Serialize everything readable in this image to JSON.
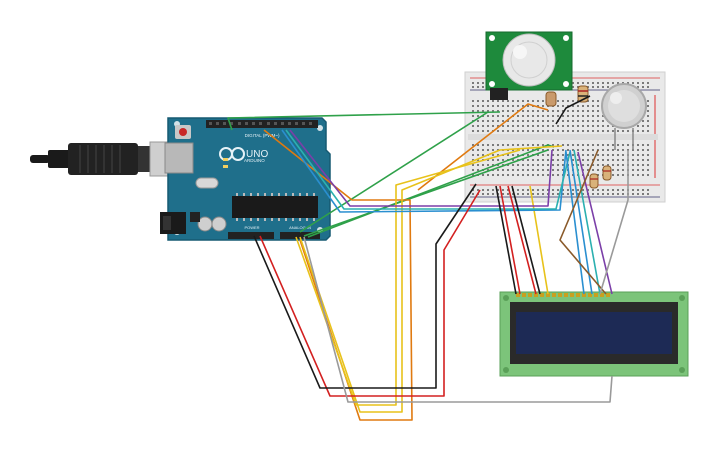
{
  "arduino": {
    "logo_text": "ARDUINO",
    "model": "UNO",
    "digital_label": "DIGITAL (PWM~)",
    "power_label": "POWER",
    "analog_label": "ANALOG IN",
    "body_color": "#1f6f8b",
    "header_color": "#222222"
  },
  "pir_sensor": {
    "board_color": "#1e8a3c",
    "dome_color": "#e8e8e8"
  },
  "gas_sensor": {
    "mesh_color": "#d0d0d0"
  },
  "lcd": {
    "board_color": "#7cc47a",
    "screen_color": "#1d2a55"
  },
  "usb": {
    "cable_color": "#1a1a1a",
    "plug_color": "#cfcfcf"
  },
  "wire_colors": {
    "green": "#2fa14a",
    "orange": "#e07a10",
    "yellow": "#e8c21a",
    "purple": "#7b3fa8",
    "blue": "#2a8fd0",
    "teal": "#2bb0b0",
    "red": "#d32020",
    "black": "#1a1a1a",
    "gray": "#9a9a9a",
    "brown": "#8a5a2a"
  }
}
